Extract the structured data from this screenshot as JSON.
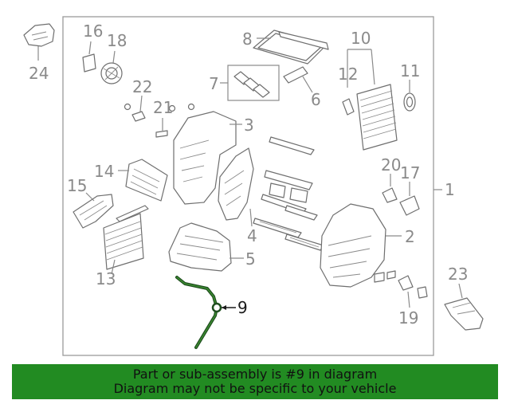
{
  "callouts": {
    "c1": "1",
    "c2": "2",
    "c3": "3",
    "c4": "4",
    "c5": "5",
    "c6": "6",
    "c7": "7",
    "c8": "8",
    "c9": "9",
    "c10": "10",
    "c11": "11",
    "c12": "12",
    "c13": "13",
    "c14": "14",
    "c15": "15",
    "c16": "16",
    "c17": "17",
    "c18": "18",
    "c19": "19",
    "c20": "20",
    "c21": "21",
    "c22": "22",
    "c23": "23",
    "c24": "24"
  },
  "highlighted_part": "9",
  "banner": {
    "line1": "Part or sub-assembly is #9 in diagram",
    "line2": "Diagram may not be specific to your vehicle"
  },
  "colors": {
    "banner_background": "#228b22",
    "highlight_part": "#1f4e1f",
    "callout_text": "#8a8a8a"
  }
}
